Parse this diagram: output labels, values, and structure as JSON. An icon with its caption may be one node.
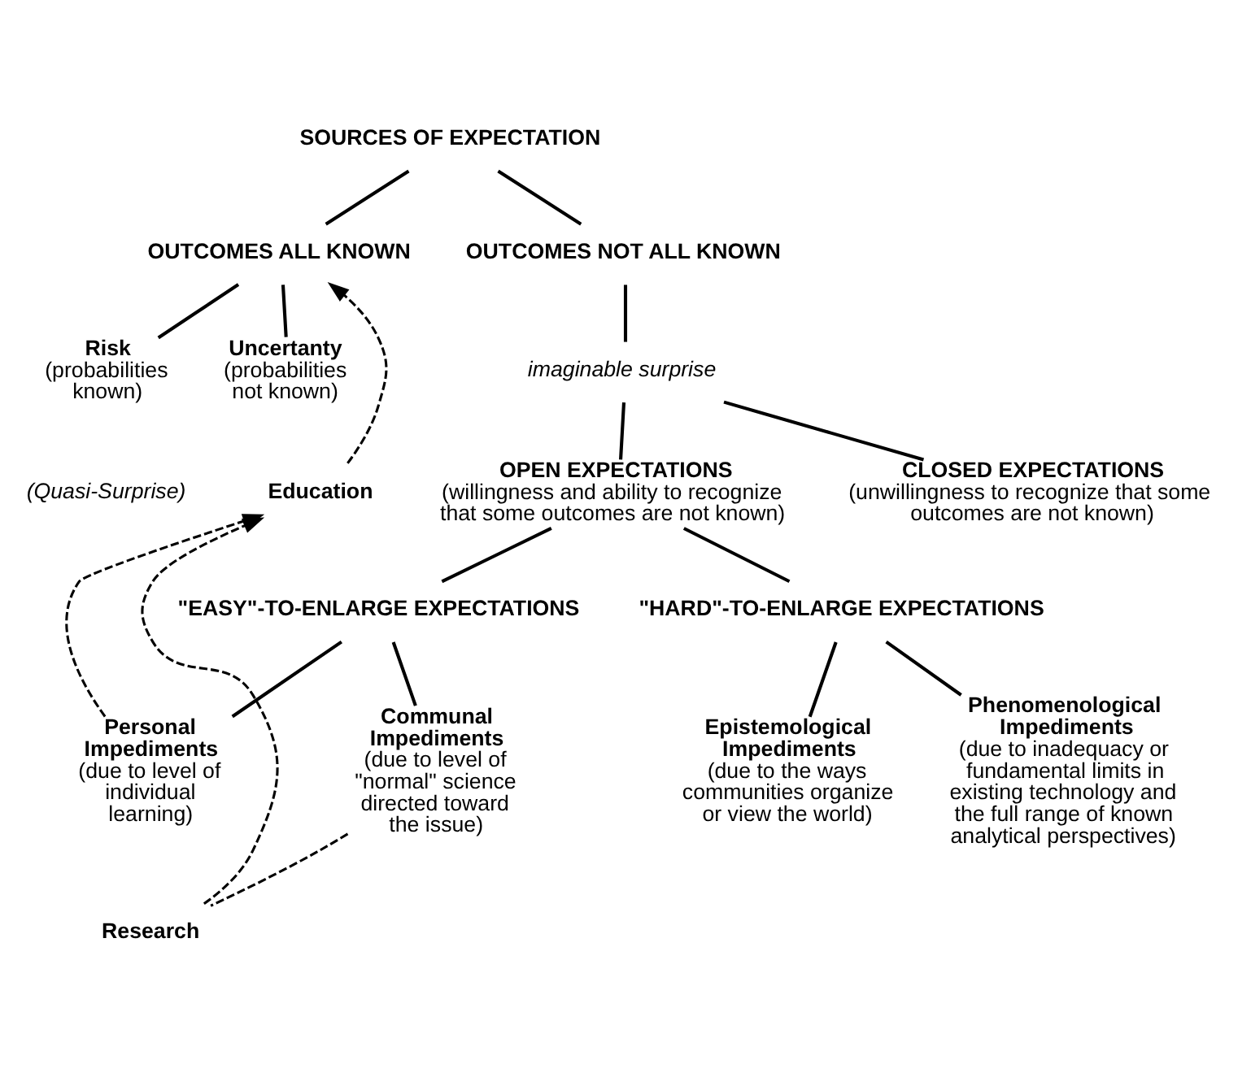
{
  "diagram": {
    "nodes": [
      {
        "text": [
          "SOURCES OF EXPECTATION"
        ]
      },
      {
        "text": [
          "OUTCOMES ALL KNOWN"
        ]
      },
      {
        "text": [
          "OUTCOMES NOT ALL KNOWN"
        ]
      },
      {
        "text": [
          "Risk",
          "(probabilities known)"
        ]
      },
      {
        "text": [
          "Uncertanty",
          "(probabilities not known)"
        ]
      },
      {
        "text": [
          "imaginable surprise"
        ]
      },
      {
        "text": [
          "OPEN EXPECTATIONS",
          "(willingness and ability to recognize that some outcomes are not known)"
        ]
      },
      {
        "text": [
          "CLOSED EXPECTATIONS",
          "(unwillingness to recognize that some outcomes are not known)"
        ]
      },
      {
        "text": [
          "\"EASY\"-TO-ENLARGE EXPECTATIONS"
        ]
      },
      {
        "text": [
          "\"HARD\"-TO-ENLARGE EXPECTATIONS"
        ]
      },
      {
        "text": [
          "Personal Impediments",
          "(due to level of individual learning)"
        ]
      },
      {
        "text": [
          "Communal Impediments",
          "(due to level of \"normal\" science directed toward the issue)"
        ]
      },
      {
        "text": [
          "Epistemological Impediments",
          "(due to the ways communities organize or view the world)"
        ]
      },
      {
        "text": [
          "Phenomenological Impediments",
          "(due to inadequacy or fundamental limits in existing technology and the full range of known analytical perspectives)"
        ]
      },
      {
        "text": [
          "Research"
        ]
      },
      {
        "text": [
          "Education"
        ]
      }
    ],
    "edges": [
      {
        "from": 0,
        "to": 1,
        "arrow": "none"
      },
      {
        "from": 0,
        "to": 2,
        "arrow": "none"
      },
      {
        "from": 1,
        "to": 3,
        "arrow": "none"
      },
      {
        "from": 1,
        "to": 4,
        "arrow": "none"
      },
      {
        "from": 2,
        "to": 5,
        "arrow": "none"
      },
      {
        "from": 5,
        "to": 6,
        "arrow": "none"
      },
      {
        "from": 5,
        "to": 7,
        "arrow": "none"
      },
      {
        "from": 6,
        "to": 8,
        "arrow": "none"
      },
      {
        "from": 6,
        "to": 9,
        "arrow": "none"
      },
      {
        "from": 8,
        "to": 10,
        "arrow": "none"
      },
      {
        "from": 8,
        "to": 11,
        "arrow": "none"
      },
      {
        "from": 9,
        "to": 12,
        "arrow": "none"
      },
      {
        "from": 9,
        "to": 13,
        "arrow": "none"
      },
      {
        "from": 11,
        "to": 14,
        "arrow": "none",
        "style": "dashed"
      },
      {
        "from": 14,
        "to": 15,
        "arrow": "to",
        "style": "dashed"
      },
      {
        "from": 10,
        "to": 15,
        "arrow": "to",
        "style": "dashed"
      },
      {
        "from": 15,
        "to": 1,
        "arrow": "to",
        "style": "dashed"
      }
    ],
    "labels": [
      "(Quasi-Surprise)"
    ]
  }
}
